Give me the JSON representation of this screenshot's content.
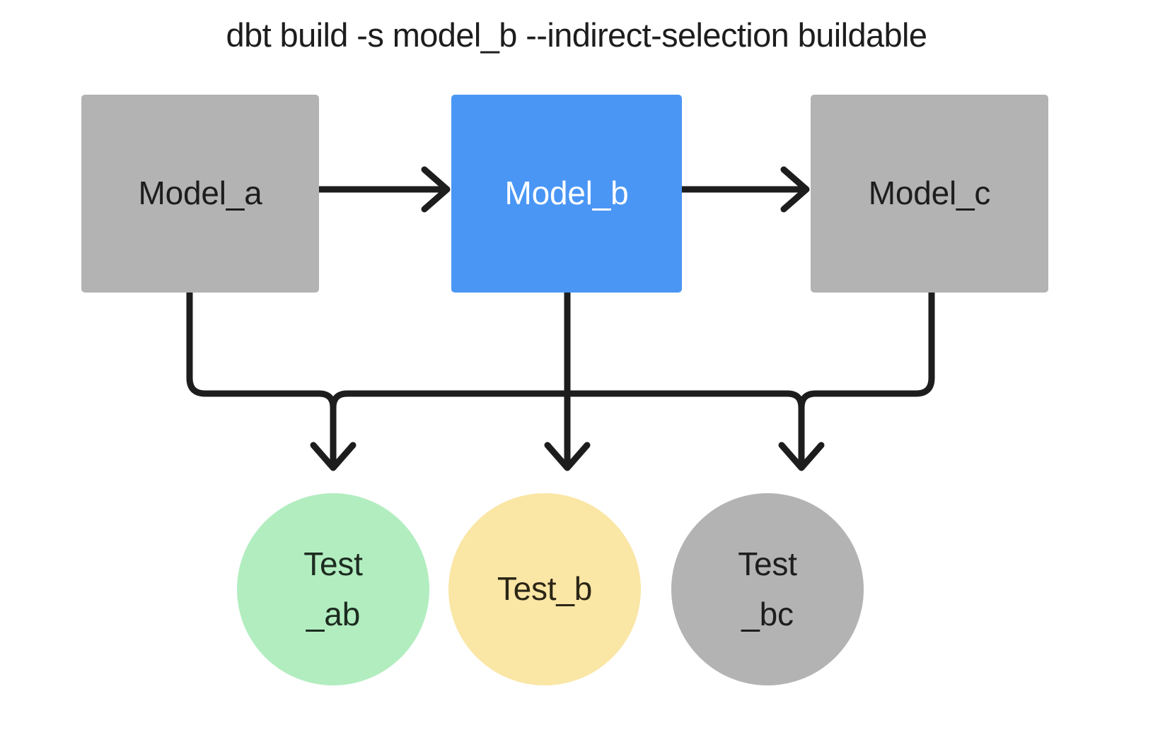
{
  "title": "dbt build -s model_b --indirect-selection buildable",
  "colors": {
    "background": "#ffffff",
    "unselected_gray": "#b3b3b3",
    "selected_blue": "#4a96f5",
    "test_green": "#b2edc0",
    "test_yellow": "#fae6a5",
    "test_gray": "#b3b3b3",
    "edge_black": "#1d1d1d",
    "text_dark": "#1d1d1d",
    "text_light": "#ffffff"
  },
  "nodes": {
    "model_a": {
      "label": "Model_a",
      "shape": "rectangle",
      "fill": "#b3b3b3"
    },
    "model_b": {
      "label": "Model_b",
      "shape": "rectangle",
      "fill": "#4a96f5"
    },
    "model_c": {
      "label": "Model_c",
      "shape": "rectangle",
      "fill": "#b3b3b3"
    },
    "test_ab": {
      "label_line1": "Test",
      "label_line2": "_ab",
      "shape": "circle",
      "fill": "#b2edc0"
    },
    "test_b": {
      "label_line1": "Test_b",
      "label_line2": "",
      "shape": "circle",
      "fill": "#fae6a5"
    },
    "test_bc": {
      "label_line1": "Test",
      "label_line2": "_bc",
      "shape": "circle",
      "fill": "#b3b3b3"
    }
  },
  "edges": [
    {
      "from": "model_a",
      "to": "model_b",
      "style": "straight-arrow"
    },
    {
      "from": "model_b",
      "to": "model_c",
      "style": "straight-arrow"
    },
    {
      "from": "model_a",
      "to": "test_ab",
      "style": "elbow-arrow"
    },
    {
      "from": "model_b",
      "to": "test_ab",
      "style": "elbow-arrow"
    },
    {
      "from": "model_b",
      "to": "test_b",
      "style": "straight-arrow"
    },
    {
      "from": "model_b",
      "to": "test_bc",
      "style": "elbow-arrow"
    },
    {
      "from": "model_c",
      "to": "test_bc",
      "style": "elbow-arrow"
    }
  ]
}
